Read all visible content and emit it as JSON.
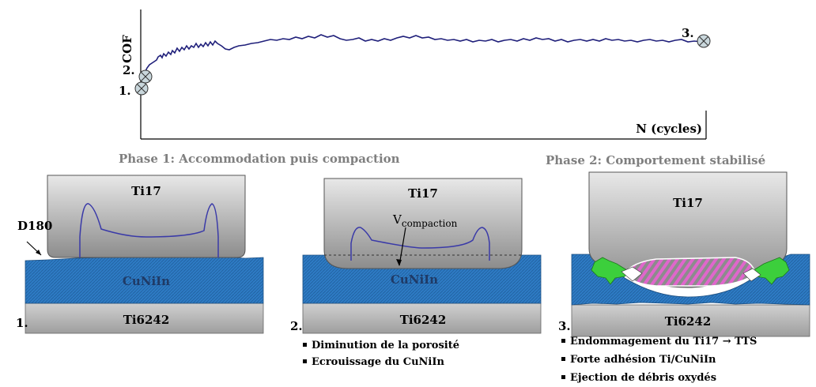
{
  "chart_data": {
    "type": "line",
    "title": "",
    "xlabel": "N (cycles)",
    "ylabel": "COF",
    "markers": [
      "1.",
      "2.",
      "3."
    ],
    "grid": false,
    "legend": "none"
  },
  "phases": {
    "phase1": "Phase 1: Accommodation puis compaction",
    "phase2": "Phase 2: Comportement stabilisé"
  },
  "panel1": {
    "number": "1.",
    "top": "Ti17",
    "coating": "CuNiIn",
    "substrate": "Ti6242",
    "callout": "D180"
  },
  "panel2": {
    "number": "2.",
    "top": "Ti17",
    "coating": "CuNiIn",
    "substrate": "Ti6242",
    "v_label": "V",
    "v_sub": "compaction",
    "bullets": [
      "Diminution de la porosité",
      "Ecrouissage du CuNiIn"
    ]
  },
  "panel3": {
    "number": "3.",
    "top": "Ti17",
    "substrate": "Ti6242",
    "bullets": [
      "Endommagement du Ti17 → TTS",
      "Forte adhésion Ti/CuNiIn",
      "Ejection de débris oxydés"
    ]
  },
  "colors": {
    "curve": "#1f1f7a",
    "coating": "#2e75b6",
    "metal": "#a6a6a6",
    "debris_green": "#33cc33",
    "debris_pink": "#e066cc"
  }
}
